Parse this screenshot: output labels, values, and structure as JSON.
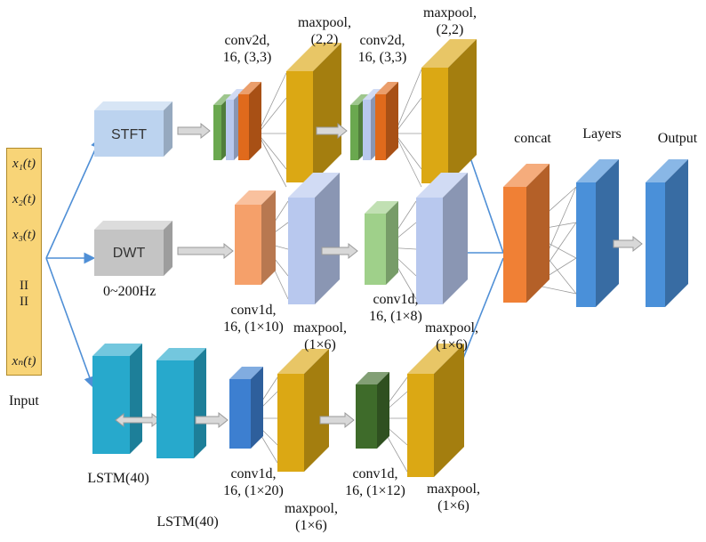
{
  "input": {
    "cells": [
      "x₁(t)",
      "x₂(t)",
      "x₃(t)",
      "II\nII",
      "xₙ(t)"
    ],
    "label": "Input"
  },
  "stft": {
    "box": "STFT",
    "conv1": "conv2d,\n16, (3,3)",
    "pool1": "maxpool,\n(2,2)",
    "conv2": "conv2d,\n16, (3,3)",
    "pool2": "maxpool,\n(2,2)"
  },
  "dwt": {
    "box": "DWT",
    "band": "0~200Hz",
    "conv1": "conv1d,\n16, (1×10)",
    "pool1": "maxpool,\n(1×6)",
    "conv2": "conv1d,\n16, (1×8)",
    "pool2": "maxpool,\n(1×6)"
  },
  "lstm": {
    "lstm1": "LSTM(40)",
    "lstm2": "LSTM(40)",
    "conv1": "conv1d,\n16, (1×20)",
    "pool1": "maxpool,\n(1×6)",
    "conv2": "conv1d,\n16, (1×12)",
    "pool2": "maxpool,\n(1×6)"
  },
  "head": {
    "concat": "concat",
    "layers": "Layers",
    "output": "Output"
  },
  "colors": {
    "input_fill": "#f8d477",
    "input_border": "#b08a2a",
    "box_blue": "#bcd3ef",
    "box_gray": "#c4c4c4",
    "green": "#6aa84f",
    "light_blue": "#b8c8ee",
    "orange": "#e06a1c",
    "gold": "#dba814",
    "peach": "#f5a06a",
    "pale_green": "#9fd08a",
    "teal": "#27a9cc",
    "mid_blue": "#3d7fd0",
    "dark_green": "#3e6b2a",
    "concat_orange": "#f08035",
    "layer_blue": "#4a90d9",
    "connector": "#4f8fd6",
    "arrow_gray": "#9a9a9a"
  }
}
